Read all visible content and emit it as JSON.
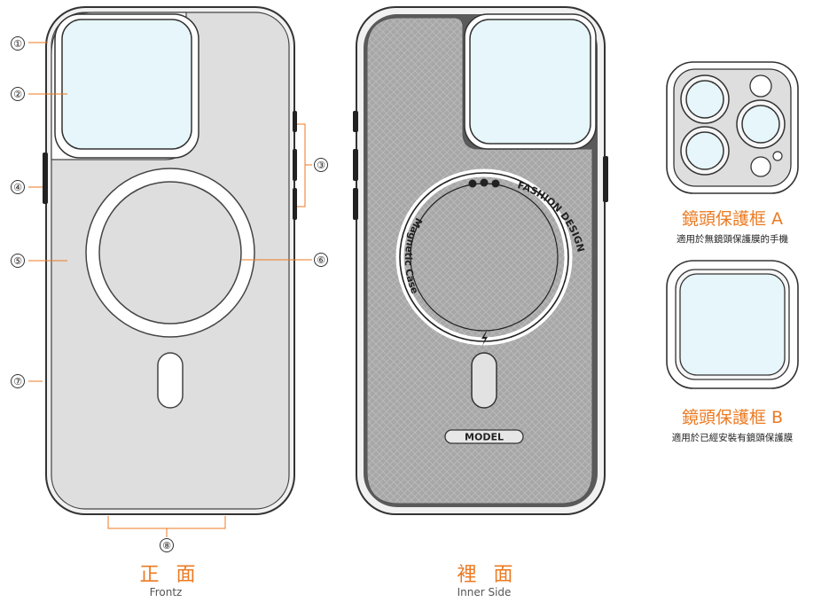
{
  "callouts": [
    "①",
    "②",
    "③",
    "④",
    "⑤",
    "⑥",
    "⑦",
    "⑧"
  ],
  "front": {
    "title_cn": "正 面",
    "title_en": "Frontz"
  },
  "back": {
    "title_cn": "裡 面",
    "title_en": "Inner Side",
    "ring_text_right": "FASHION DESIGN",
    "ring_text_left": "Magnetic Case",
    "model_label": "MODEL"
  },
  "guard_a": {
    "title": "鏡頭保護框 A",
    "subtitle": "適用於無鏡頭保護膜的手機"
  },
  "guard_b": {
    "title": "鏡頭保護框 B",
    "subtitle": "適用於已經安裝有鏡頭保護膜"
  },
  "colors": {
    "accent": "#ec7a22",
    "case_fill": "#dedede",
    "lens_fill": "#e6f6fb",
    "inner_fabric": "#a9a9a9",
    "callout_line": "#ec7a22"
  }
}
